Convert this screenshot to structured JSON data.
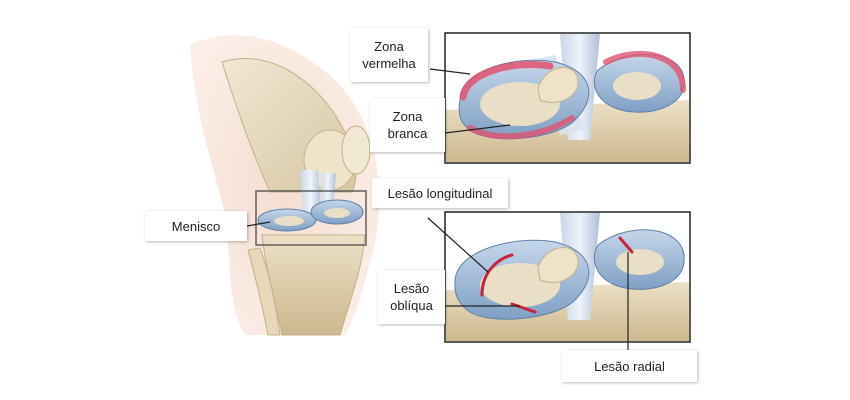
{
  "labels": {
    "zona_vermelha": [
      "Zona",
      "vermelha"
    ],
    "zona_branca": [
      "Zona",
      "branca"
    ],
    "lesao_longitudinal": "Lesão longitudinal",
    "menisco": "Menisco",
    "lesao_obliqua": [
      "Lesão",
      "oblíqua"
    ],
    "lesao_radial": "Lesão radial"
  },
  "colors": {
    "red_zone": "#e0546f",
    "meniscus": "#9fb8d6",
    "bone": "#e8dcc0",
    "lesion": "#c8243c"
  }
}
